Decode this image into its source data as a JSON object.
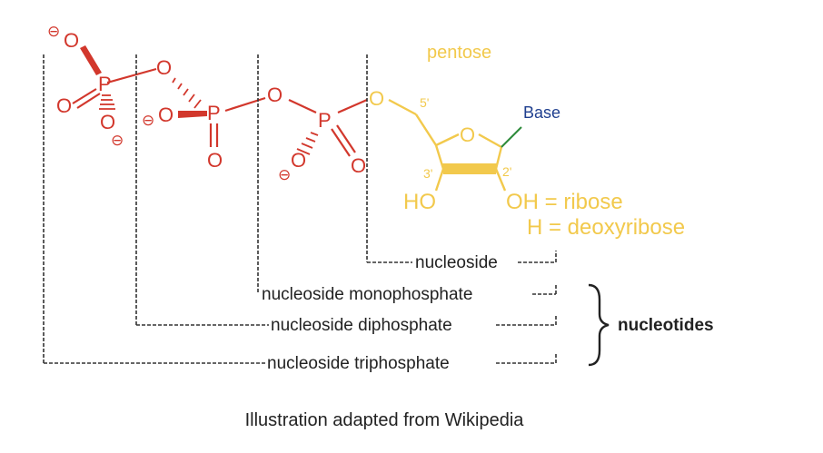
{
  "diagram": {
    "atoms": {
      "o": "O",
      "p": "P",
      "minus": "⊖",
      "ho": "HO",
      "oh": "OH"
    },
    "carbons": {
      "c5": "5'",
      "c3": "3'",
      "c2": "2'"
    },
    "labels": {
      "pentose": "pentose",
      "base": "Base",
      "ribose": "OH = ribose",
      "deoxyribose": "H = deoxyribose",
      "nucleoside": "nucleoside",
      "monophosphate": "nucleoside monophosphate",
      "diphosphate": "nucleoside diphosphate",
      "triphosphate": "nucleoside triphosphate",
      "nucleotides": "nucleotides"
    },
    "caption": "Illustration adapted from Wikipedia",
    "colors": {
      "phosphate": "#d2372c",
      "sugar": "#f2c94c",
      "base": "#1f3f8f",
      "base_bond": "#2e8b3a",
      "bracket": "#333333"
    }
  }
}
